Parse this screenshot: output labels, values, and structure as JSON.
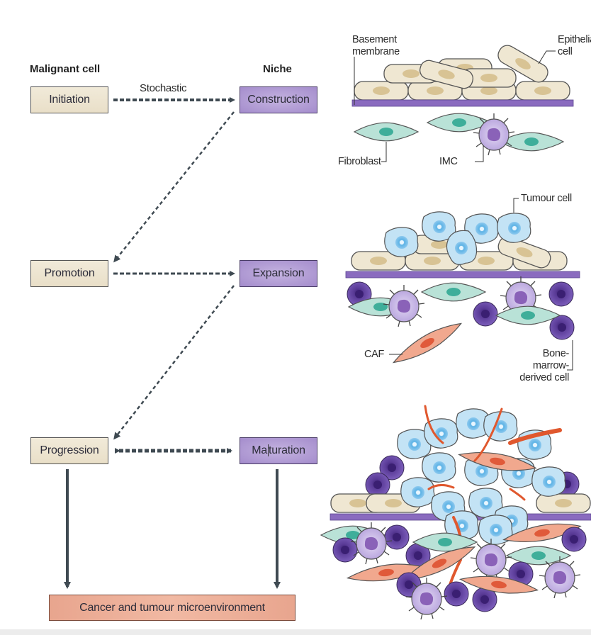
{
  "headings": {
    "malignant": "Malignant cell",
    "niche": "Niche"
  },
  "malignant_stages": [
    {
      "label": "Initiation"
    },
    {
      "label": "Promotion"
    },
    {
      "label": "Progression"
    }
  ],
  "niche_stages": [
    {
      "label": "Construction"
    },
    {
      "label": "Expansion"
    },
    {
      "label_before_cursor": "Ma",
      "label_after_cursor": "turation"
    }
  ],
  "arrow_labels": {
    "stochastic": "Stochastic"
  },
  "outcome": {
    "label": "Cancer and tumour microenvironment"
  },
  "illustration_labels": {
    "basement_membrane_1": "Basement",
    "basement_membrane_2": "membrane",
    "epithelial_1": "Epithelial",
    "epithelial_2": "cell",
    "fibroblast": "Fibroblast",
    "imc": "IMC",
    "tumour_cell": "Tumour cell",
    "caf": "CAF",
    "bmdc_1": "Bone-marrow-",
    "bmdc_2": "derived cell"
  },
  "colors": {
    "malignant_box": "#ede5d2",
    "niche_box": "#b49fd8",
    "outcome_box": "#eeae97",
    "arrow": "#3f4a52",
    "membrane": "#8a6bbf",
    "epithelial": "#efe7d2",
    "fibroblast": "#b7e0d6",
    "imc": "#c6b6e6",
    "tumour": "#bfe0f3",
    "caf": "#f0a58a",
    "bmdc": "#6d4fa8",
    "vessel": "#e0582e"
  }
}
